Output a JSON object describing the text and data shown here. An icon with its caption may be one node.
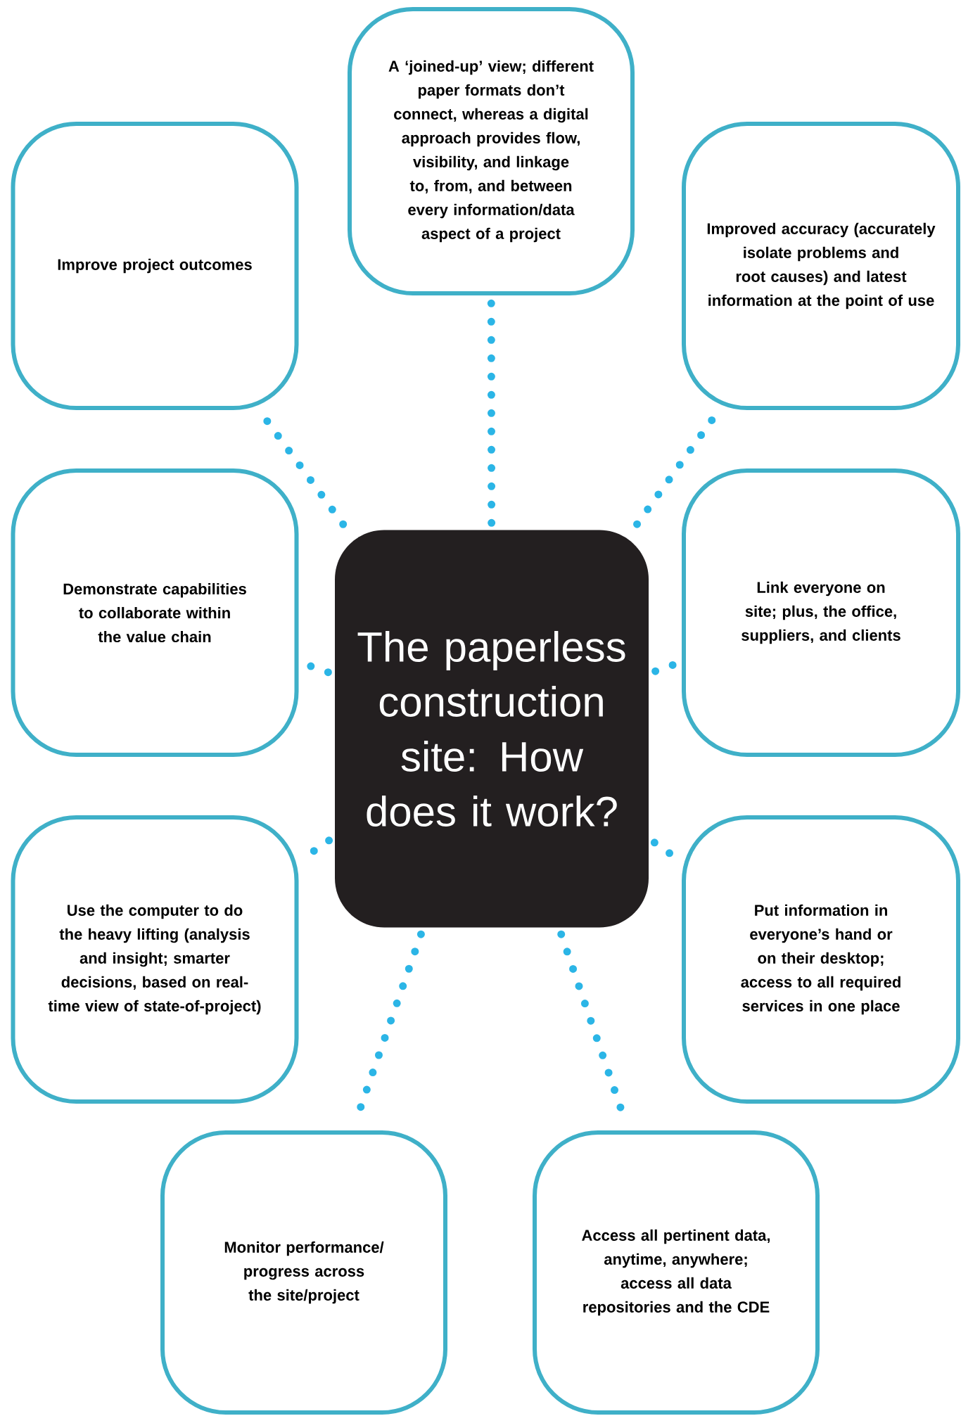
{
  "diagram": {
    "nodes": [
      {
        "text": [
          "A ‘joined-up’ view; different paper formats don’t connect, whereas a digital approach provides flow, visibility, and linkage to, from, and between every information/data aspect of a project"
        ]
      },
      {
        "text": [
          "Improve project outcomes"
        ]
      },
      {
        "text": [
          "Improved accuracy (accurately isolate problems and root causes) and latest information at the point of use"
        ]
      },
      {
        "text": [
          "Demonstrate capabilities to collaborate within the value chain"
        ]
      },
      {
        "text": [
          "The paperless construction site: How does it work?"
        ]
      },
      {
        "text": [
          "Link everyone on site; plus, the office, suppliers, and clients"
        ]
      },
      {
        "text": [
          "Use the computer to do the heavy lifting (analysis and insight; smarter decisions, based on real-time view of state-of-project)"
        ]
      },
      {
        "text": [
          "Put information in everyone’s hand or on their desktop; access to all required services in one place"
        ]
      },
      {
        "text": [
          "Monitor performance/ progress across the site/project"
        ]
      },
      {
        "text": [
          "Access all pertinent data, anytime, anywhere; access all data repositories and the CDE"
        ]
      }
    ],
    "edges": [
      {
        "from": 4,
        "to": 0,
        "arrow": "none"
      },
      {
        "from": 4,
        "to": 1,
        "arrow": "none"
      },
      {
        "from": 4,
        "to": 2,
        "arrow": "none"
      },
      {
        "from": 4,
        "to": 3,
        "arrow": "none"
      },
      {
        "from": 4,
        "to": 5,
        "arrow": "none"
      },
      {
        "from": 4,
        "to": 6,
        "arrow": "none"
      },
      {
        "from": 4,
        "to": 7,
        "arrow": "none"
      },
      {
        "from": 4,
        "to": 8,
        "arrow": "none"
      },
      {
        "from": 4,
        "to": 9,
        "arrow": "none"
      }
    ]
  }
}
